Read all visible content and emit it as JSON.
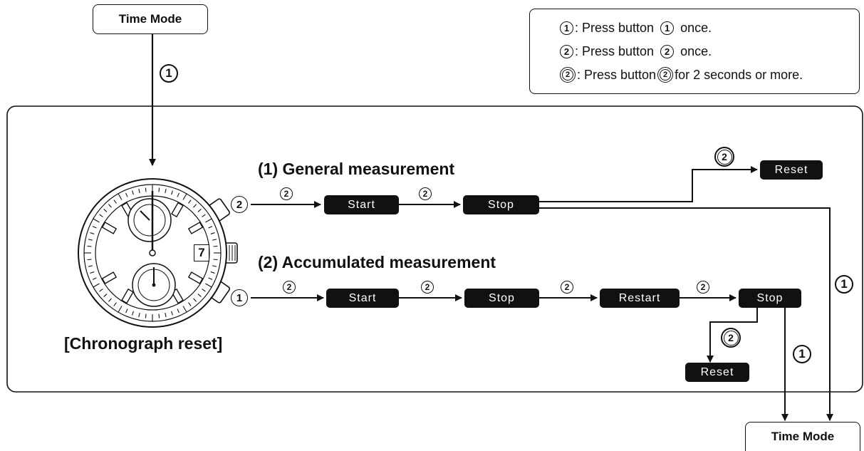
{
  "top_mode": {
    "label": "Time Mode"
  },
  "bottom_mode": {
    "label": "Time Mode"
  },
  "legend": {
    "rows": [
      {
        "sym": "1",
        "text_a": ": Press button",
        "sym2": "1",
        "text_b": "once."
      },
      {
        "sym": "2",
        "text_a": ": Press button",
        "sym2": "2",
        "text_b": "once."
      },
      {
        "sym": "2",
        "text_a": ": Press button",
        "sym2": "2",
        "text_b": "for 2 seconds or more."
      }
    ]
  },
  "entry_marker": "1",
  "general": {
    "heading": "(1) General measurement",
    "start": "Start",
    "stop": "Stop",
    "reset": "Reset",
    "step1": "2",
    "step2": "2",
    "hold": "2",
    "to_time": "1",
    "button": "2"
  },
  "accumulated": {
    "heading": "(2) Accumulated measurement",
    "start": "Start",
    "stop": "Stop",
    "restart": "Restart",
    "stop2": "Stop",
    "reset": "Reset",
    "step1": "2",
    "step2": "2",
    "step3": "2",
    "step4": "2",
    "hold": "2",
    "to_time": "1",
    "button": "1"
  },
  "watch": {
    "caption": "[Chronograph reset]",
    "date": "7"
  }
}
